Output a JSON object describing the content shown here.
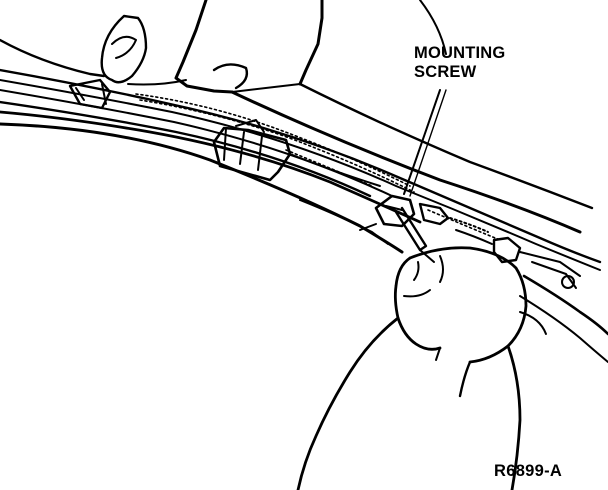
{
  "callout": {
    "line1": "MOUNTING",
    "line2": "SCREW"
  },
  "figure_id": "R6899-A",
  "colors": {
    "ink": "#000000",
    "paper": "#ffffff"
  }
}
